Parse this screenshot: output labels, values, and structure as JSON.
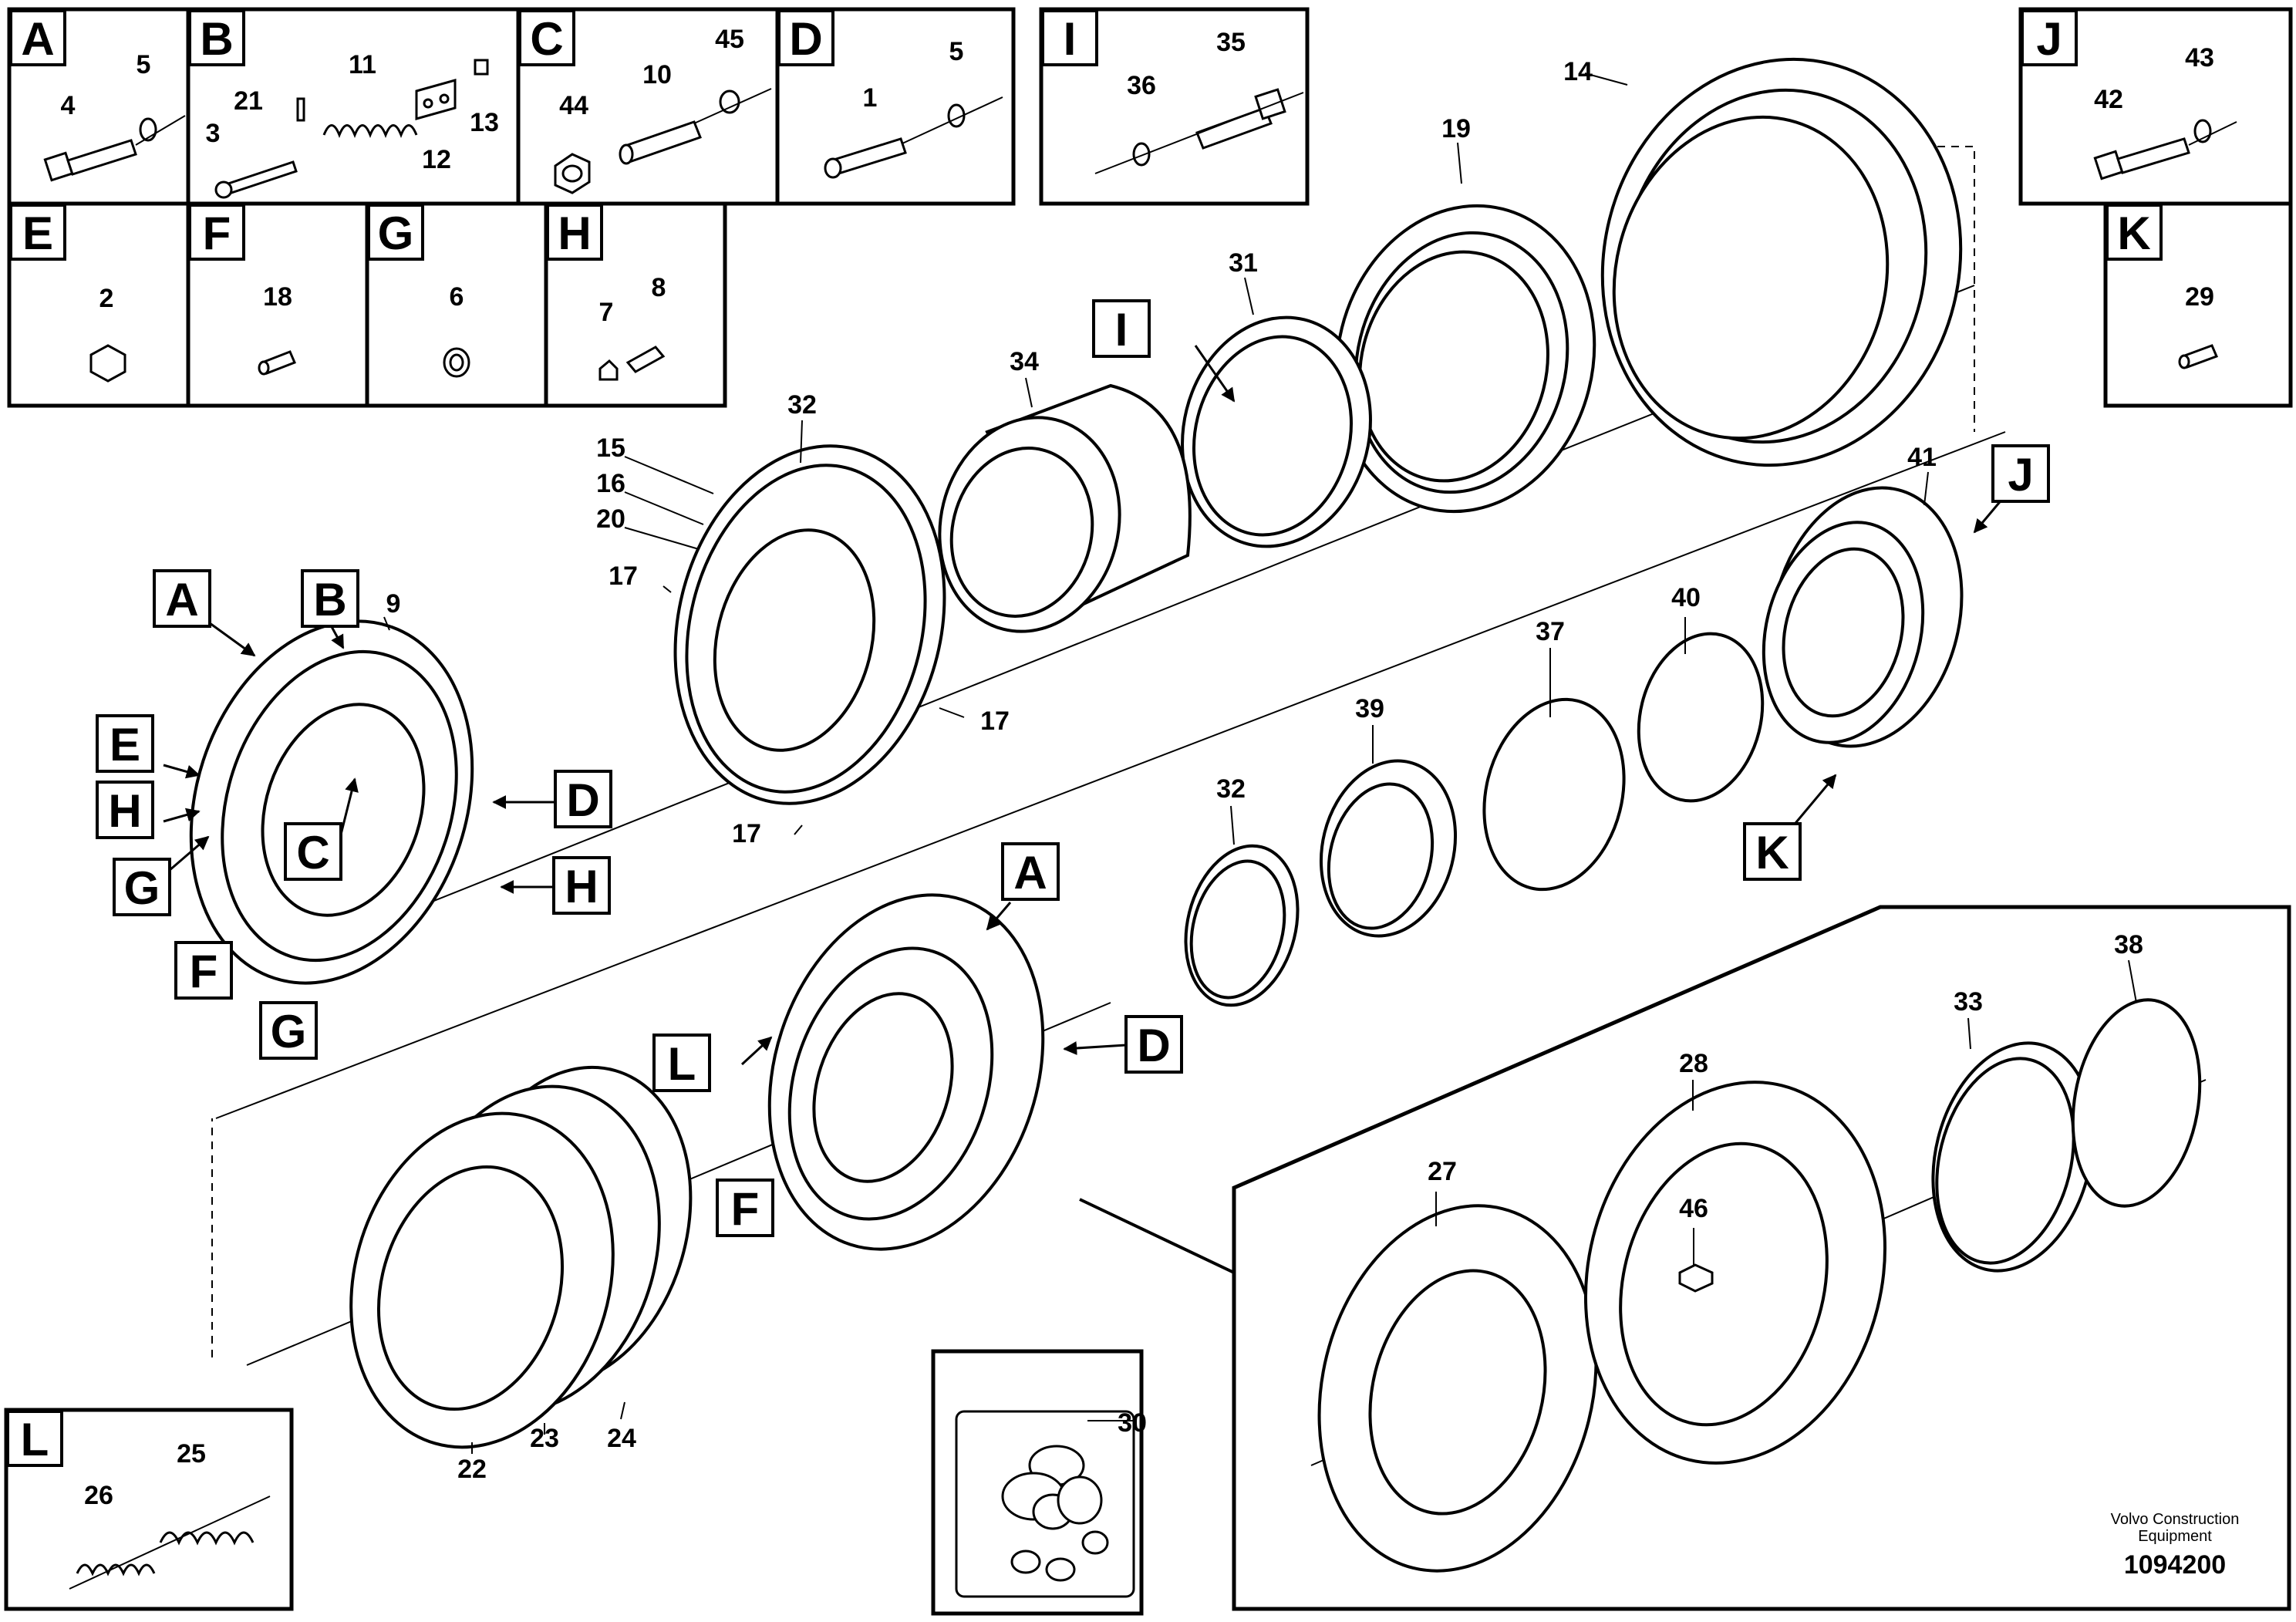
{
  "sections": [
    "A",
    "B",
    "C",
    "D",
    "E",
    "F",
    "G",
    "H",
    "I",
    "J",
    "K",
    "L"
  ],
  "callouts": [
    "1",
    "2",
    "3",
    "4",
    "5",
    "6",
    "7",
    "8",
    "9",
    "10",
    "11",
    "12",
    "13",
    "14",
    "15",
    "16",
    "17",
    "18",
    "19",
    "20",
    "21",
    "22",
    "23",
    "24",
    "25",
    "26",
    "27",
    "28",
    "29",
    "30",
    "31",
    "32",
    "33",
    "34",
    "35",
    "36",
    "37",
    "38",
    "39",
    "40",
    "41",
    "42",
    "43",
    "44",
    "45",
    "46"
  ],
  "footer": {
    "line1": "Volvo Construction",
    "line2": "Equipment",
    "doc_number": "1094200"
  }
}
